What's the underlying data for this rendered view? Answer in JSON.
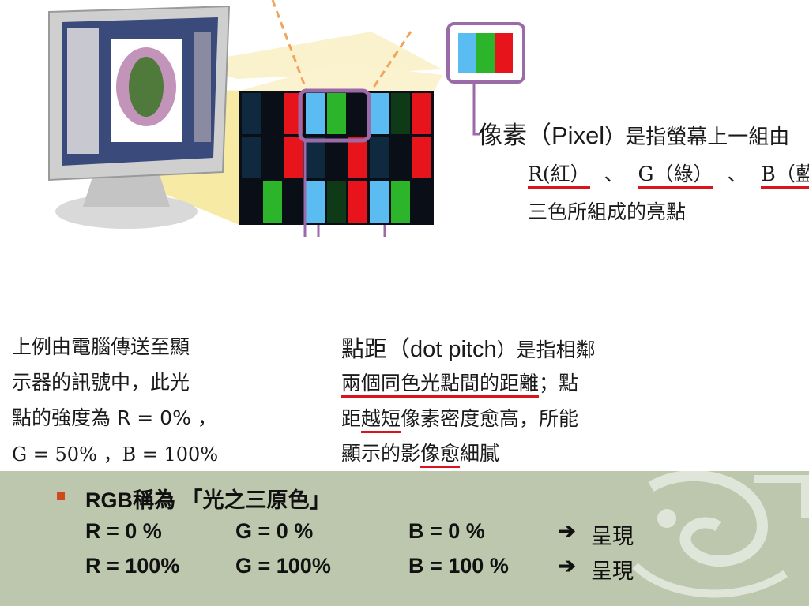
{
  "pixel_definition": {
    "title_zh": "像素（",
    "title_en": "Pixel",
    "title_rest": "）是指螢幕上一組由",
    "rgb_r": "R(紅）",
    "sep1": "、",
    "rgb_g": "G（綠）",
    "sep2": "、",
    "rgb_b": "B（藍）",
    "line3": "三色所組成的亮點"
  },
  "signal_note": {
    "line1": "上例由電腦傳送至顯",
    "line2": "示器的訊號中，此光",
    "line3": "點的強度為 R = 0% ，",
    "line4": "G = 50% ，B = 100%"
  },
  "dot_pitch": {
    "title_zh": "點距（",
    "title_en": "dot pitch",
    "title_rest": "）是指相鄰",
    "line2_underlined": "兩個同色光點間的距離",
    "line2_rest": "；點",
    "line3_a": "距",
    "line3_u": "越短",
    "line3_b": "像素密度愈高，所能",
    "line4_a": "顯示的影",
    "line4_u": "像愈",
    "line4_b": "細膩"
  },
  "bullet": {
    "line1": "RGB稱為 「光之三原色」",
    "row1": {
      "r": "R = 0  %",
      "g": "G = 0  %",
      "b": "B = 0  %",
      "arrow": "➔",
      "result": "呈現"
    },
    "row2": {
      "r": "R = 100%",
      "g": "G = 100%",
      "b": "B = 100  %",
      "arrow": "➔",
      "result": "呈現"
    }
  },
  "colors": {
    "accent_purple": "#9b6aa8",
    "underline_red": "#d9141c",
    "band": "#bcc7ad",
    "pixel_red": "#e8141c",
    "pixel_green": "#2cb52a",
    "pixel_blue": "#5bbcf2"
  },
  "icons": [
    "monitor-illustration",
    "pixel-grid",
    "rgb-swatch",
    "arrow-right-icon",
    "bullet-icon",
    "decorative-pattern"
  ]
}
